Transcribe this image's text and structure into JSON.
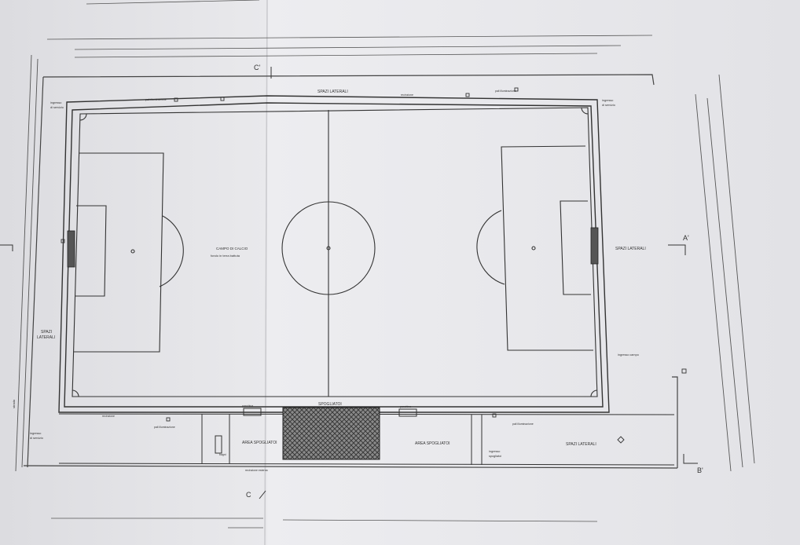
{
  "plan": {
    "section_c_top": "C'",
    "section_c_bottom": "C",
    "section_a": "A'",
    "section_b": "B'",
    "spazi_laterali_top": "SPAZI LATERALI",
    "spazi_laterali_right": "SPAZI LATERALI",
    "spazi_laterali_left_1": "SPAZI",
    "spazi_laterali_left_2": "LATERALI",
    "spazi_laterali_bottom": "SPAZI LATERALI",
    "campo_title": "CAMPO DI CALCIO",
    "campo_subtitle": "fondo in terra battuta",
    "spogliatoi": "SPOGLIATOI",
    "area_spogliatoi_left": "AREA SPOGLIATOI",
    "area_spogliatoi_right": "AREA SPOGLIATOI",
    "ingresso_campo": "ingresso campo",
    "ingresso_servizio_left_1": "ingresso",
    "ingresso_servizio_left_2": "di servizio",
    "ingresso_servizio_right_1": "ingresso",
    "ingresso_servizio_right_2": "di servizio",
    "ingresso_bottom_left_1": "ingresso",
    "ingresso_bottom_left_2": "di servizio",
    "ingresso_spogliatoi_1": "ingresso",
    "ingresso_spogliatoi_2": "spogliatoi",
    "pali_illuminazione": "pali illuminazione",
    "recinzione": "recinzione",
    "recinzione_esterna": "recinzione esterna",
    "panchina": "panchina",
    "bagni": "bagni",
    "strada": "strada"
  }
}
